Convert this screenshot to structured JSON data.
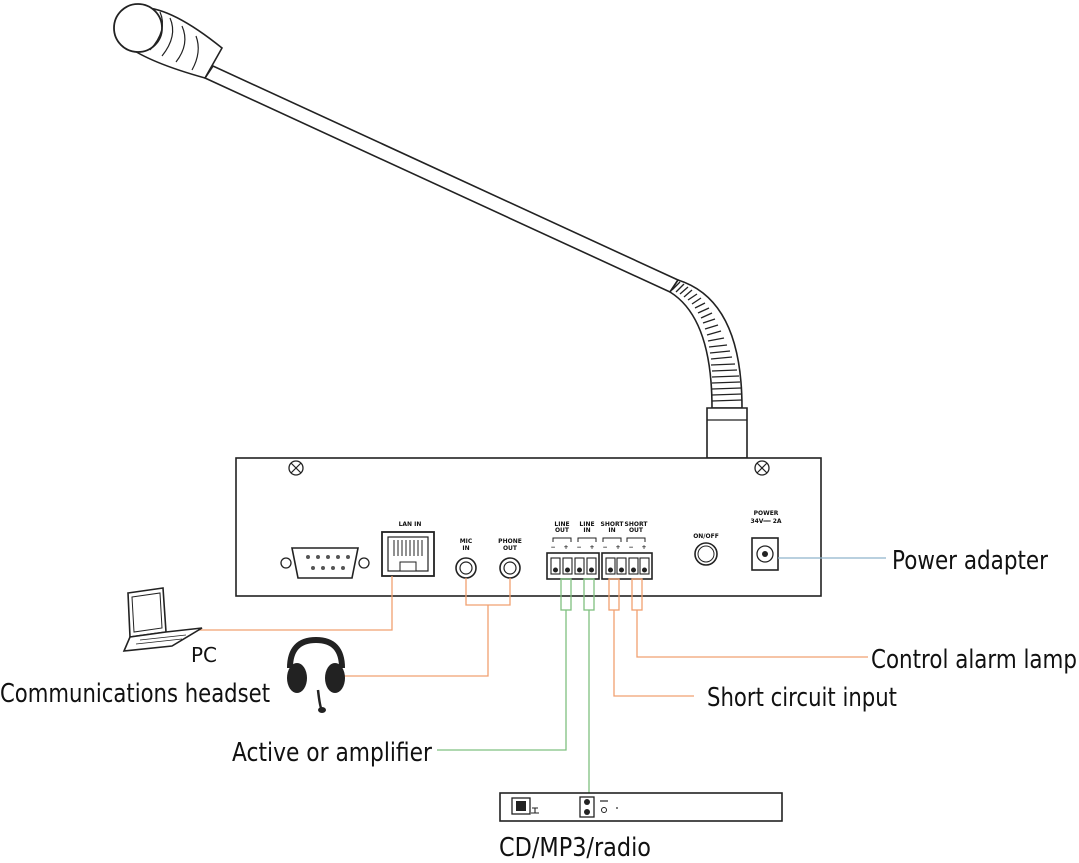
{
  "panel": {
    "lan_in": "LAN IN",
    "mic_in_1": "MIC",
    "mic_in_2": "IN",
    "phone_out_1": "PHONE",
    "phone_out_2": "OUT",
    "line_out_1": "LINE",
    "line_out_2": "OUT",
    "line_in_1": "LINE",
    "line_in_2": "IN",
    "short_in_1": "SHORT",
    "short_in_2": "IN",
    "short_out_1": "SHORT",
    "short_out_2": "OUT",
    "on_off": "ON/OFF",
    "power": "POWER",
    "power_rating": "34V══ 2A",
    "polarity_minus": "−",
    "polarity_plus": "+"
  },
  "labels": {
    "pc": "PC",
    "headset": "Communications headset",
    "amplifier": "Active or amplifier",
    "cd": "CD/MP3/radio",
    "power_adapter": "Power adapter",
    "alarm_lamp": "Control alarm lamp",
    "short_circuit": "Short circuit input"
  },
  "colors": {
    "orange_line": "#f0a070",
    "green_line": "#7fc080",
    "blue_line": "#8fb4cc",
    "outline": "#222222"
  },
  "icons": {
    "microphone": "gooseneck-microphone-icon",
    "laptop": "laptop-icon",
    "headset": "headset-icon"
  }
}
